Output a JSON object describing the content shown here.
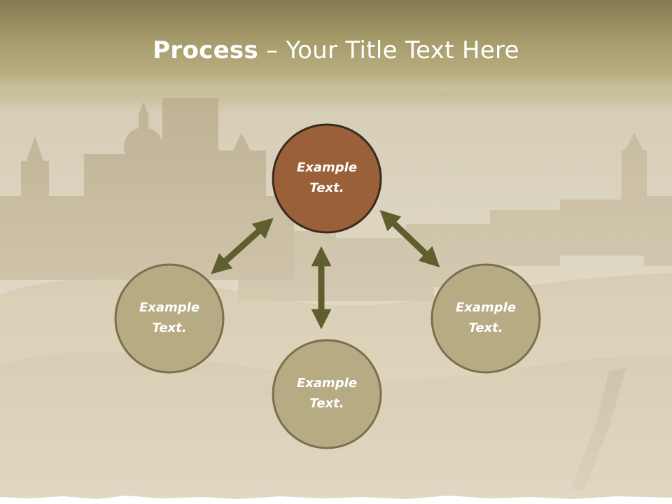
{
  "slide": {
    "title_bold": "Process",
    "title_rest": " – Your Title Text Here"
  },
  "nodes": [
    {
      "id": "top",
      "label_line1": "Example",
      "label_line2": "Text.",
      "fill": "#99603a",
      "stroke": "#3a2a1c",
      "highlight": true
    },
    {
      "id": "left",
      "label_line1": "Example",
      "label_line2": "Text.",
      "fill": "#b7ab84",
      "stroke": "#7a6f4e",
      "highlight": false
    },
    {
      "id": "bottom",
      "label_line1": "Example",
      "label_line2": "Text.",
      "fill": "#b7ab84",
      "stroke": "#7a6f4e",
      "highlight": false
    },
    {
      "id": "right",
      "label_line1": "Example",
      "label_line2": "Text.",
      "fill": "#b7ab84",
      "stroke": "#7a6f4e",
      "highlight": false
    }
  ],
  "arrow_color": "#5e5e2e",
  "arrows": [
    {
      "from": "top",
      "to": "left",
      "bidirectional": true
    },
    {
      "from": "top",
      "to": "right",
      "bidirectional": true
    },
    {
      "from": "top",
      "to": "bottom",
      "bidirectional": true
    }
  ]
}
